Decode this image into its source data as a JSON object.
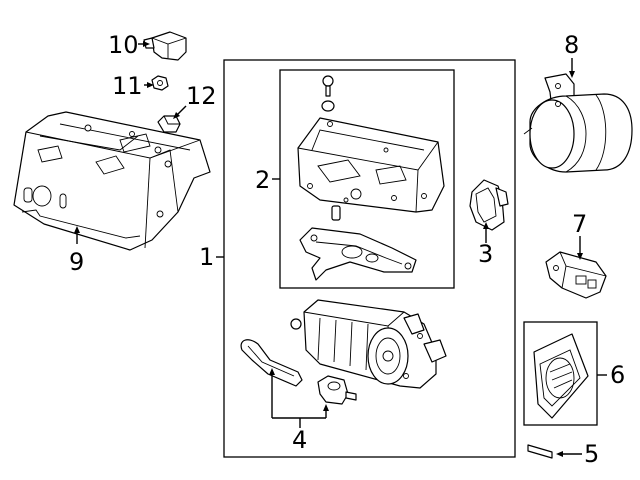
{
  "callouts": {
    "c1": "1",
    "c2": "2",
    "c3": "3",
    "c4": "4",
    "c5": "5",
    "c6": "6",
    "c7": "7",
    "c8": "8",
    "c9": "9",
    "c10": "10",
    "c11": "11",
    "c12": "12"
  },
  "icons": {
    "cover": "engine-cover-icon",
    "compressor": "air-compressor-icon",
    "bracket": "mounting-bracket-icon",
    "relay": "relay-icon",
    "accumulator": "air-tank-icon",
    "sensor": "sensor-icon"
  }
}
